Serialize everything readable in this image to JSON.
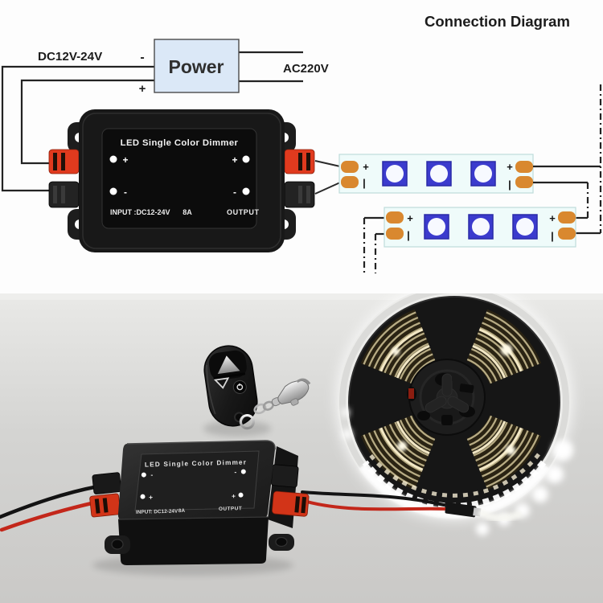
{
  "header": {
    "title": "Connection Diagram"
  },
  "diagram": {
    "power_supply": {
      "label": "Power",
      "dc_input_label": "DC12V-24V",
      "ac_output_label": "AC220V",
      "minus": "-",
      "plus": "+"
    },
    "dimmer": {
      "title": "LED Single Color Dimmer",
      "input_label": "INPUT :DC12-24V",
      "current_rating": "8A",
      "output_label": "OUTPUT",
      "plus": "+",
      "minus": "-"
    },
    "led_strips": {
      "strip_count": 2,
      "leds_per_strip": 3,
      "pad_plus": "+",
      "pad_minus": "|"
    }
  },
  "photo": {
    "dimmer": {
      "title": "LED Single Color Dimmer",
      "input_label": "INPUT: DC12-24V",
      "current_rating": "8A",
      "output_label": "OUTPUT",
      "plus": "+",
      "minus": "-"
    },
    "remote": {
      "up_button_icon": "triangle-up",
      "down_button_icon": "triangle-down",
      "power_button_icon": "power"
    }
  },
  "colors": {
    "wire_black": "#232323",
    "power_box_fill": "#dbe8f7",
    "strip_fill": "#effbfa",
    "pad_orange": "#d9882f",
    "led_blue": "#3b3bcd",
    "clip_red": "#e03a1e",
    "device_black": "#171717",
    "photo_background": "#d2d2d0",
    "wire_red": "#c3271a",
    "led_glow_white": "#ffffff"
  }
}
